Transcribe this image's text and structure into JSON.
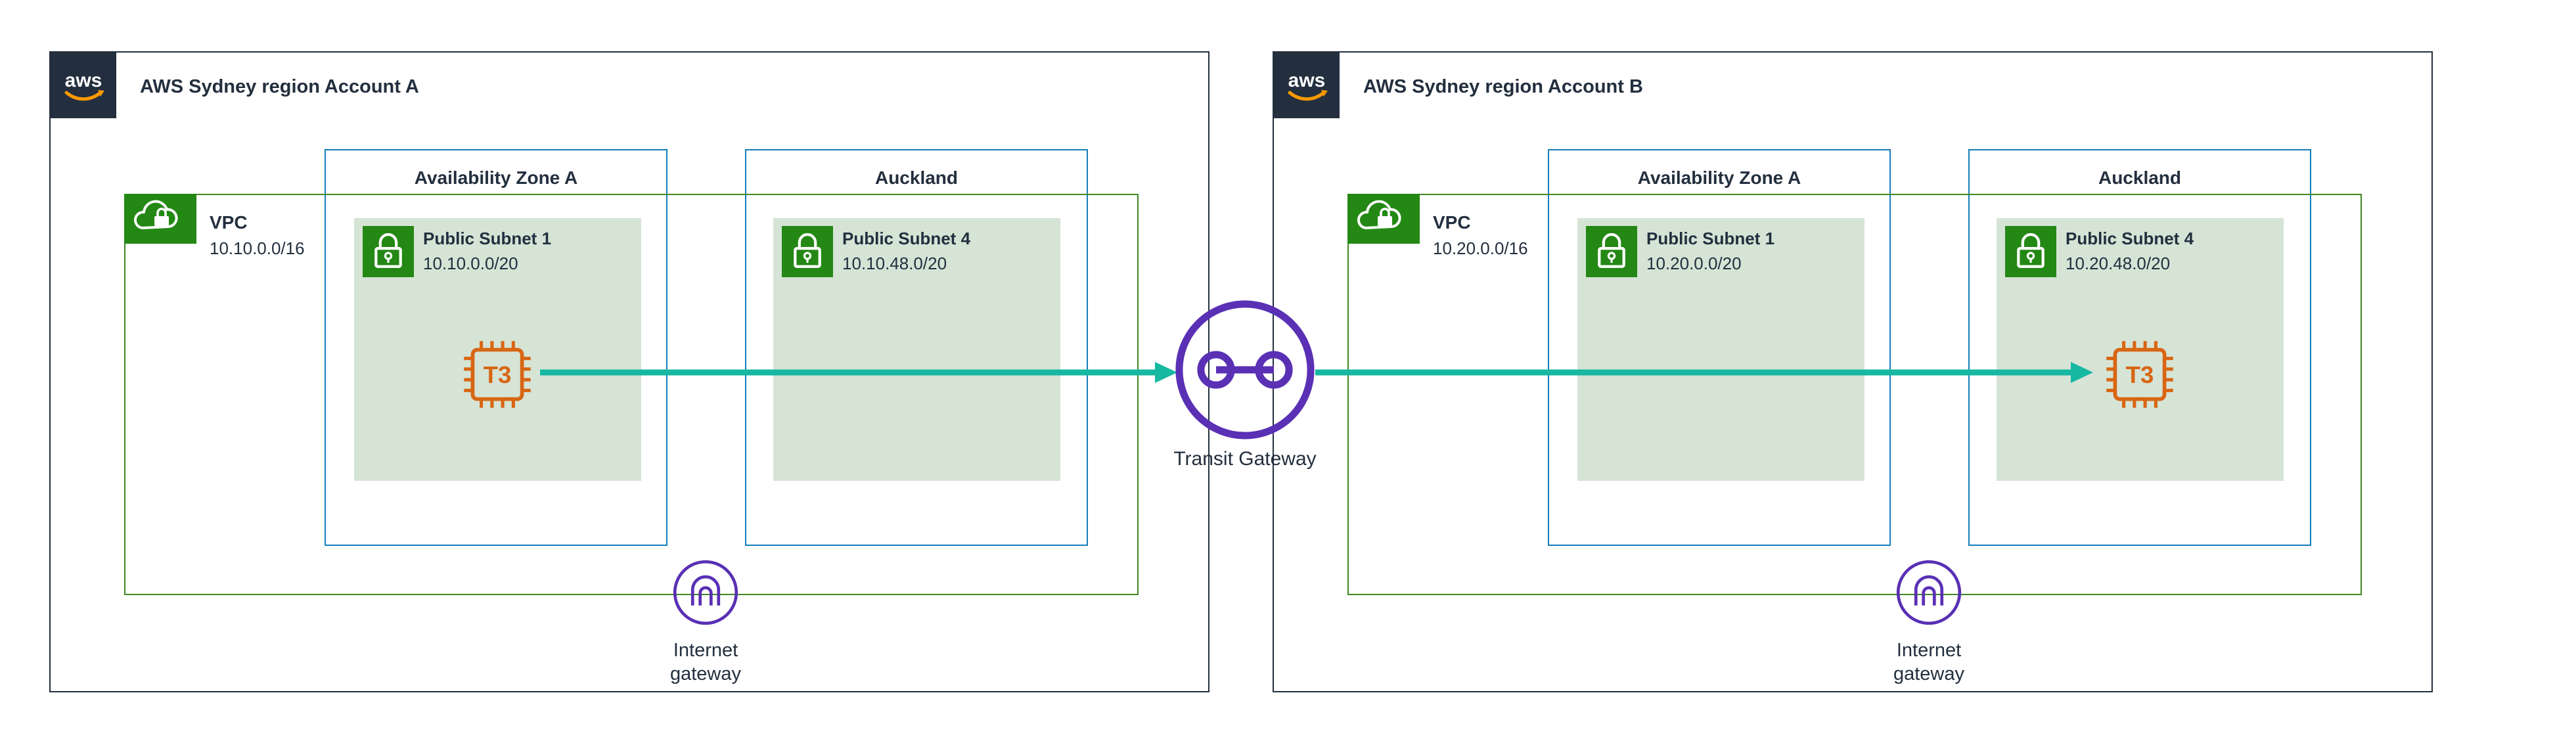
{
  "colors": {
    "canvas_bg": "#ffffff",
    "text_dark": "#232F3E",
    "account_border": "#232F3E",
    "logo_bg": "#232F3E",
    "logo_smile": "#FF9900",
    "vpc_green": "#3F8624",
    "icon_green": "#248814",
    "az_blue": "#147EBA",
    "subnet_fill": "#D6E4D6",
    "instance_orange": "#D86613",
    "gateway_purple": "#5A30B5",
    "arrow_teal": "#16B8A2"
  },
  "transit_gateway": {
    "label": "Transit Gateway"
  },
  "accounts": [
    {
      "logo_text": "aws",
      "title": "AWS Sydney region Account A",
      "vpc": {
        "label": "VPC",
        "cidr": "10.10.0.0/16"
      },
      "zones": {
        "a": "Availability Zone A",
        "b": "Auckland"
      },
      "subnet_1": {
        "name": "Public Subnet 1",
        "cidr": "10.10.0.0/20"
      },
      "subnet_4": {
        "name": "Public Subnet 4",
        "cidr": "10.10.48.0/20"
      },
      "instance": {
        "label": "T3",
        "located_in": "Public Subnet 1"
      },
      "internet_gateway": {
        "line1": "Internet",
        "line2": "gateway"
      }
    },
    {
      "logo_text": "aws",
      "title": "AWS Sydney region Account B",
      "vpc": {
        "label": "VPC",
        "cidr": "10.20.0.0/16"
      },
      "zones": {
        "a": "Availability Zone A",
        "b": "Auckland"
      },
      "subnet_1": {
        "name": "Public Subnet 1",
        "cidr": "10.20.0.0/20"
      },
      "subnet_4": {
        "name": "Public Subnet 4",
        "cidr": "10.20.48.0/20"
      },
      "instance": {
        "label": "T3",
        "located_in": "Public Subnet 4"
      },
      "internet_gateway": {
        "line1": "Internet",
        "line2": "gateway"
      }
    }
  ]
}
